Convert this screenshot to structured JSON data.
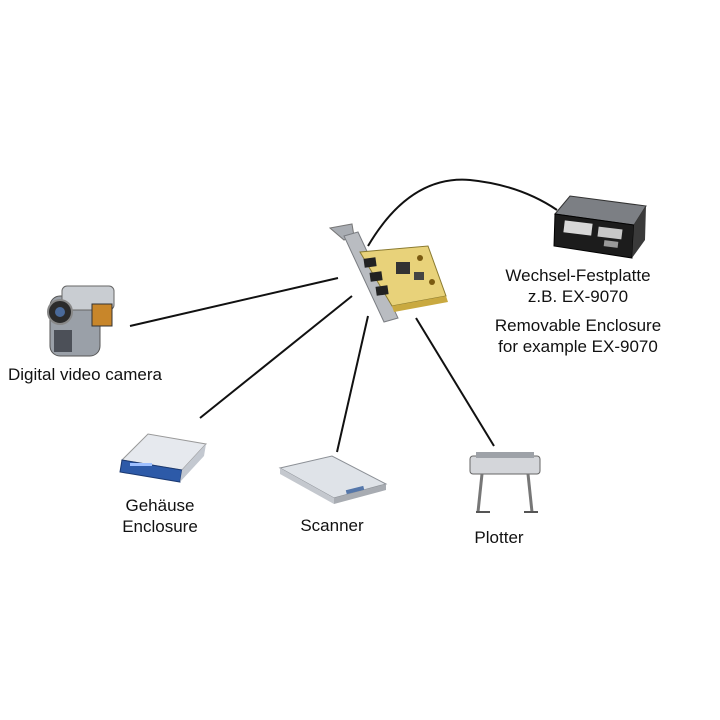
{
  "devices": {
    "removable": {
      "line1": "Wechsel-Festplatte",
      "line2": "z.B. EX-9070",
      "line3": "Removable Enclosure",
      "line4": "for example EX-9070"
    },
    "camera": {
      "label": "Digital video camera"
    },
    "enclosure": {
      "line1": "Gehäuse",
      "line2": "Enclosure"
    },
    "scanner": {
      "label": "Scanner"
    },
    "plotter": {
      "label": "Plotter"
    }
  },
  "colors": {
    "line": "#111111",
    "pcb": "#e8d27a",
    "bracket": "#b9bcc1",
    "enclosure_blue": "#2d5aa8"
  }
}
